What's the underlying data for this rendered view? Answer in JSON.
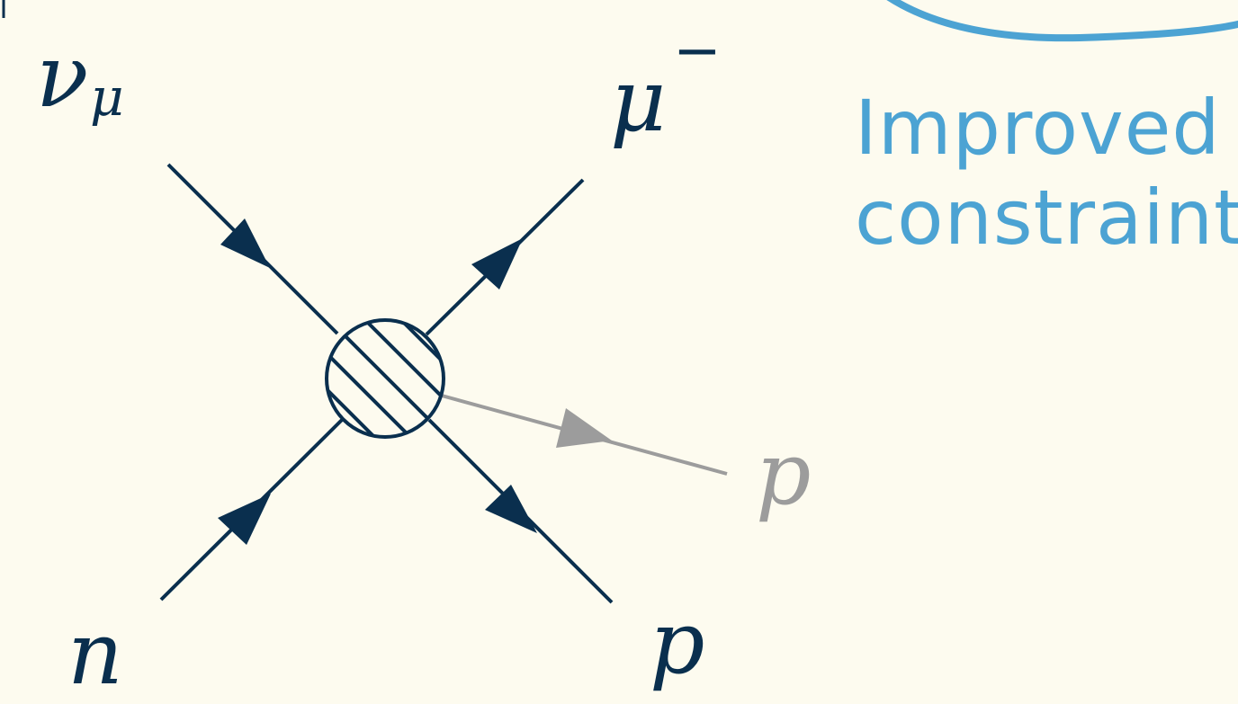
{
  "colors": {
    "background": "#fdfbef",
    "line": "#0a2f4e",
    "secondary_line": "#9c9c9c",
    "accent": "#4ca3d3"
  },
  "labels": {
    "incoming_neutrino_symbol": "ν",
    "incoming_neutrino_subscript": "μ",
    "outgoing_muon_symbol": "μ",
    "outgoing_muon_superscript": "−",
    "incoming_neutron": "n",
    "outgoing_proton": "p",
    "extra_proton": "p"
  },
  "caption": {
    "line1": "Improved",
    "line2": "constraints"
  }
}
